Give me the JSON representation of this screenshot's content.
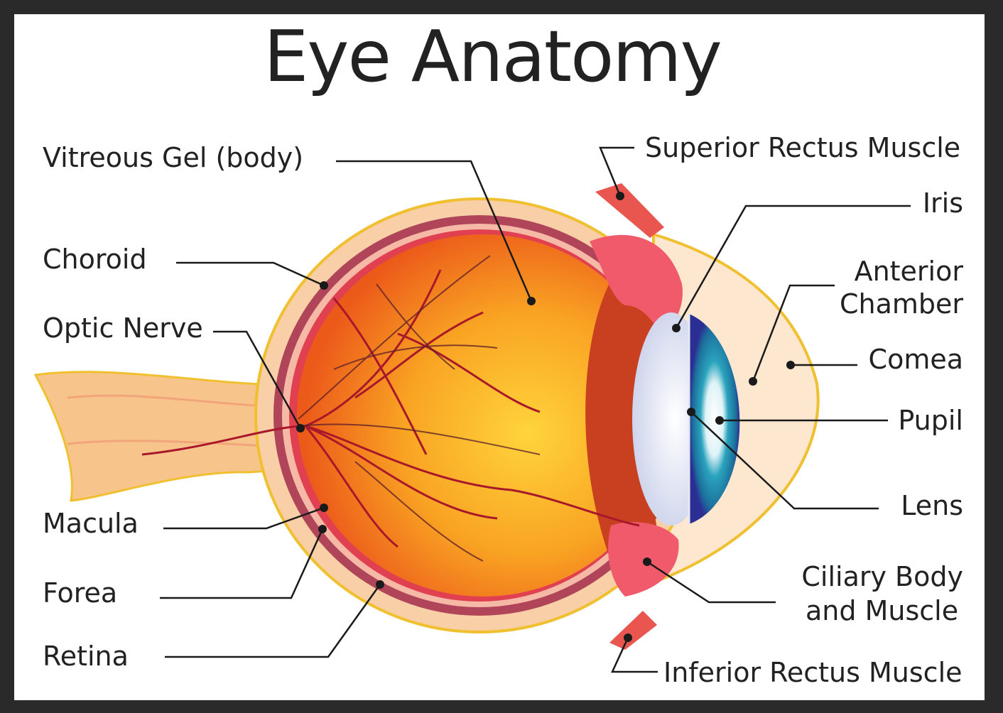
{
  "title": "Eye Anatomy",
  "labels": {
    "vitreous_gel": "Vitreous Gel (body)",
    "choroid": "Choroid",
    "optic_nerve": "Optic Nerve",
    "macula": "Macula",
    "forea": "Forea",
    "retina": "Retina",
    "superior_rectus": "Superior Rectus Muscle",
    "iris": "Iris",
    "anterior_chamber_1": "Anterior",
    "anterior_chamber_2": "Chamber",
    "comea": "Comea",
    "pupil": "Pupil",
    "lens": "Lens",
    "ciliary_1": "Ciliary Body",
    "ciliary_2": "and Muscle",
    "inferior_rectus": "Inferior Rectus Muscle"
  },
  "colors": {
    "frame": "#2a2a2a",
    "sclera": "#f8cfa6",
    "choroid": "#b0455a",
    "vitreous": "#f07a1c",
    "iris": "#1f8ab0",
    "cornea": "#fde7cf"
  }
}
